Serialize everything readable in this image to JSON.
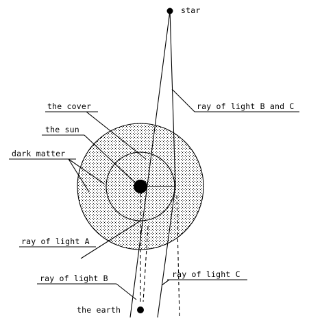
{
  "labels": {
    "star": "star",
    "cover": "the cover",
    "sun": "the sun",
    "dark_matter": "dark matter",
    "ray_a": "ray of light A",
    "ray_b": "ray of light B",
    "ray_c": "ray of light C",
    "ray_bc": "ray of light B and C",
    "earth": "the earth"
  },
  "colors": {
    "ink": "#000000",
    "background": "#ffffff"
  }
}
